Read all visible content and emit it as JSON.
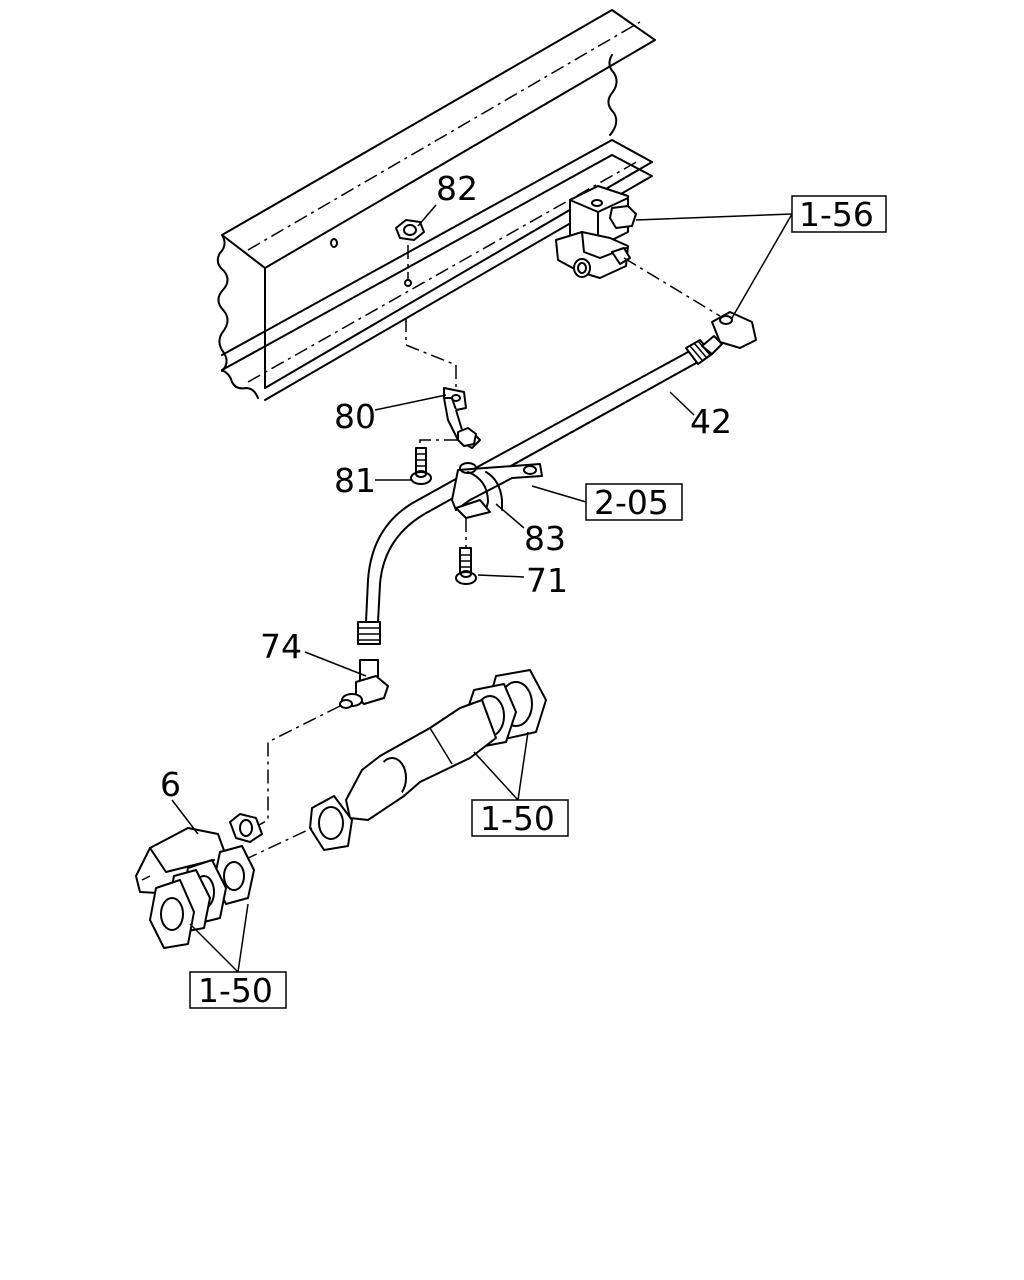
{
  "part_numbers": {
    "p82": "82",
    "p80": "80",
    "p81": "81",
    "p42": "42",
    "p83": "83",
    "p71": "71",
    "p74": "74",
    "p6": "6"
  },
  "references": {
    "ref_1_56": "1-56",
    "ref_2_05": "2-05",
    "ref_1_50_upper": "1-50",
    "ref_1_50_lower": "1-50"
  }
}
